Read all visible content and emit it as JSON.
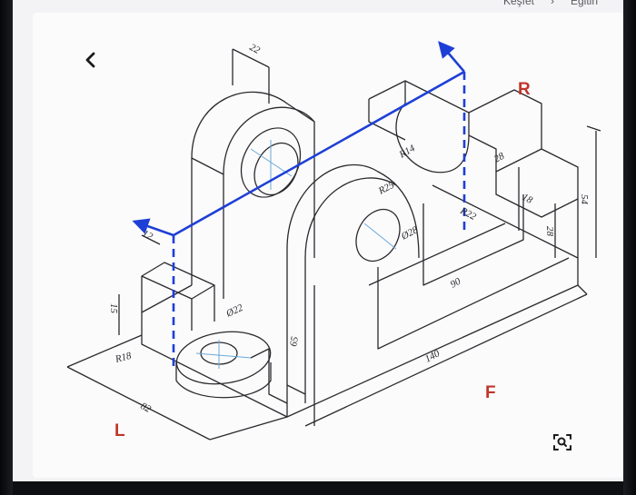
{
  "breadcrumb": {
    "items": [
      "Keşfet",
      "Eğitin"
    ],
    "separator": "›"
  },
  "icons": {
    "back": "chevron-left-icon",
    "lens": "visual-search-icon"
  },
  "colors": {
    "accent_line": "#1e3fd6",
    "view_label": "#c0362a",
    "ink": "#2a2a2e",
    "centerline": "#6aa9d8"
  },
  "view_labels": {
    "left": "L",
    "right": "R",
    "front": "F"
  },
  "dimensions": {
    "d22_top": "22",
    "r14": "R14",
    "r25": "R25",
    "r22": "R22",
    "dia28": "Ø28",
    "d28_top": "28",
    "d18": "18",
    "d54": "54",
    "d28_side": "28",
    "d12": "12",
    "d15": "15",
    "dia22": "Ø22",
    "r18": "R18",
    "d82": "82",
    "d65": "65",
    "d90": "90",
    "d140": "140"
  }
}
